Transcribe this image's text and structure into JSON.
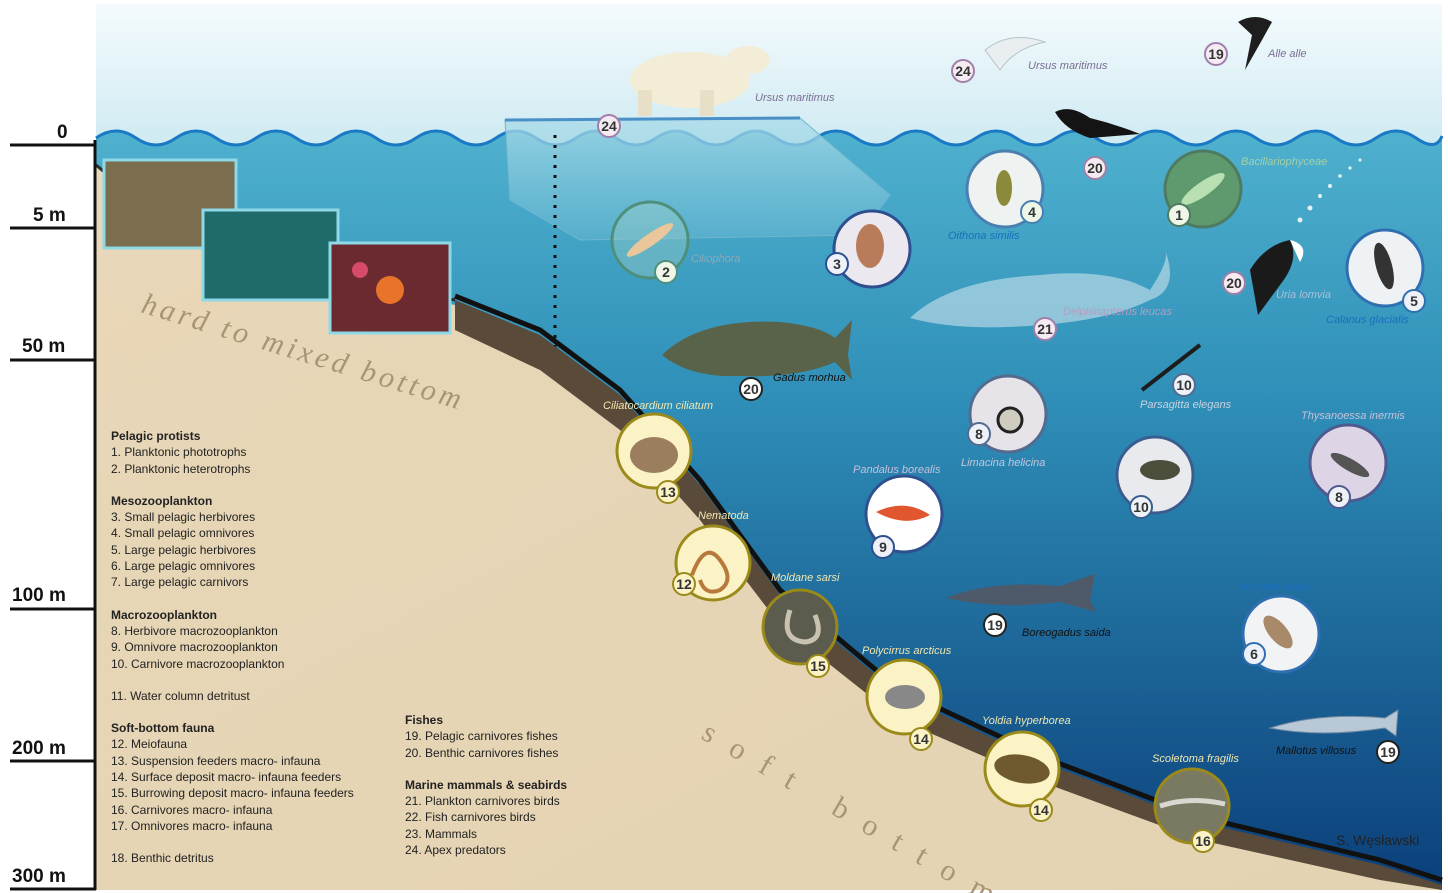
{
  "depth_axis": [
    "0",
    "5 m",
    "50 m",
    "100 m",
    "200 m",
    "300 m"
  ],
  "bottom_labels": {
    "hard": "hard to mixed bottom",
    "soft": "s o f t   b o t t o m"
  },
  "credit": "S. Węsławski",
  "legend": {
    "col1": [
      {
        "heading": "Pelagic protists",
        "items": [
          "1. Planktonic phototrophs",
          "2. Planktonic heterotrophs"
        ]
      },
      {
        "heading": "Mesozooplankton",
        "items": [
          "3. Small pelagic herbivores",
          "4. Small pelagic omnivores",
          "5. Large pelagic herbivores",
          "6. Large pelagic omnivores",
          "7. Large pelagic carnivors"
        ]
      },
      {
        "heading": "Macrozooplankton",
        "items": [
          "8. Herbivore macrozooplankton",
          "9. Omnivore macrozooplankton",
          "10. Carnivore macrozooplankton"
        ]
      },
      {
        "heading": "",
        "items": [
          "11. Water column detritust"
        ]
      },
      {
        "heading": "Soft-bottom fauna",
        "items": [
          "12. Meiofauna",
          "13. Suspension feeders macro- infauna",
          "14. Surface deposit macro- infauna feeders",
          "15. Burrowing deposit macro- infauna feeders",
          "16. Carnivores macro- infauna",
          "17. Omnivores macro- infauna"
        ]
      },
      {
        "heading": "",
        "items": [
          "18. Benthic detritus"
        ]
      }
    ],
    "col2": [
      {
        "heading": "Fishes",
        "items": [
          "19. Pelagic carnivores fishes",
          "20. Benthic carnivores fishes"
        ]
      },
      {
        "heading": "Marine mammals & seabirds",
        "items": [
          "21. Plankton carnivores birds",
          "22. Fish carnivores birds",
          "23. Mammals",
          "24.  Apex predators"
        ]
      }
    ]
  },
  "species": {
    "ursus_bear": "Ursus maritimus",
    "ursus_gull": "Ursus maritimus",
    "alle_alle": "Alle alle",
    "bacillariophyceae": "Bacillariophyceae",
    "ciliophora": "Ciliophora",
    "oithona": "Oithona similis",
    "uria": "Uria lomvia",
    "calanus": "Calanus glacialis",
    "delphinapterus": "Delphinapterus leucas",
    "gadus": "Gadus morhua",
    "parsagitta": "Parsagitta elegans",
    "ciliatocardium": "Ciliatocardium ciliatum",
    "limacina": "Limacina helicina",
    "thysanoessa": "Thysanoessa inermis",
    "pandalus": "Pandalus borealis",
    "nematoda": "Nematoda",
    "maldane": "Moldane sarsi",
    "boreogadus": "Boreogadus saida",
    "metridia": "Metridia longa",
    "polycirrus": "Polycirrus arcticus",
    "yoldia": "Yoldia hyperborea",
    "scoletoma": "Scoletoma fragilis",
    "mallotus": "Mallotus villosus"
  },
  "badges": {
    "n24a": "24",
    "n24b": "24",
    "n19a": "19",
    "n20a": "20",
    "n1": "1",
    "n4": "4",
    "n2": "2",
    "n3": "3",
    "n20b": "20",
    "n5": "5",
    "n21": "21",
    "n20c": "20",
    "n10a": "10",
    "n13": "13",
    "n8a": "8",
    "n10b": "10",
    "n8b": "8",
    "n9": "9",
    "n12": "12",
    "n15": "15",
    "n19b": "19",
    "n6": "6",
    "n14a": "14",
    "n14b": "14",
    "n19c": "19",
    "n16": "16"
  }
}
